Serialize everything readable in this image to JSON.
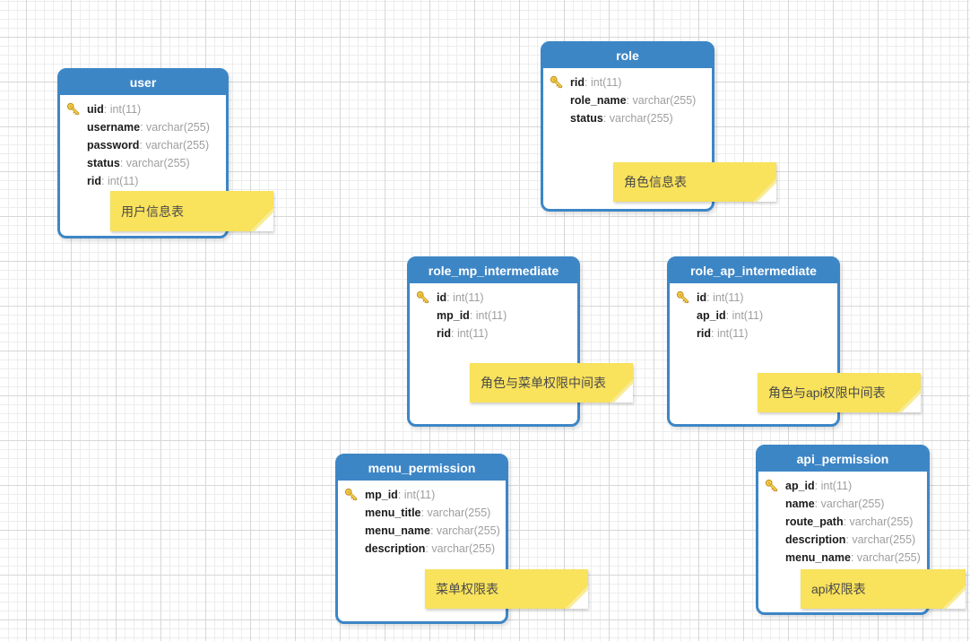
{
  "ui": {
    "sep": ": "
  },
  "colors": {
    "table_header_blue": "#3d86c6",
    "table_border_blue": "#3d86c6",
    "note_yellow": "#f9e25c",
    "note_fold_pale": "#f8ec9a",
    "key_gold": "#f9d24d",
    "key_outline": "#c2901c",
    "field_name_color": "#1b1b1b",
    "field_type_gray": "#9e9e9e",
    "grid_minor": "#ededed",
    "grid_major": "#d7d7d7"
  },
  "diagram": {
    "tables": [
      {
        "title": "user",
        "fields": [
          {
            "name": "uid",
            "type": "int(11)",
            "key": true
          },
          {
            "name": "username",
            "type": "varchar(255)",
            "key": false
          },
          {
            "name": "password",
            "type": "varchar(255)",
            "key": false
          },
          {
            "name": "status",
            "type": "varchar(255)",
            "key": false
          },
          {
            "name": "rid",
            "type": "int(11)",
            "key": false
          }
        ],
        "note": {
          "text": "用户信息表"
        }
      },
      {
        "title": "role",
        "fields": [
          {
            "name": "rid",
            "type": "int(11)",
            "key": true
          },
          {
            "name": "role_name",
            "type": "varchar(255)",
            "key": false
          },
          {
            "name": "status",
            "type": "varchar(255)",
            "key": false
          }
        ],
        "note": {
          "text": "角色信息表"
        }
      },
      {
        "title": "role_mp_intermediate",
        "fields": [
          {
            "name": "id",
            "type": "int(11)",
            "key": true
          },
          {
            "name": "mp_id",
            "type": "int(11)",
            "key": false
          },
          {
            "name": "rid",
            "type": "int(11)",
            "key": false
          }
        ],
        "note": {
          "text": "角色与菜单权限中间表"
        }
      },
      {
        "title": "role_ap_intermediate",
        "fields": [
          {
            "name": "id",
            "type": "int(11)",
            "key": true
          },
          {
            "name": "ap_id",
            "type": "int(11)",
            "key": false
          },
          {
            "name": "rid",
            "type": "int(11)",
            "key": false
          }
        ],
        "note": {
          "text": "角色与api权限中间表"
        }
      },
      {
        "title": "menu_permission",
        "fields": [
          {
            "name": "mp_id",
            "type": "int(11)",
            "key": true
          },
          {
            "name": "menu_title",
            "type": "varchar(255)",
            "key": false
          },
          {
            "name": "menu_name",
            "type": "varchar(255)",
            "key": false
          },
          {
            "name": "description",
            "type": "varchar(255)",
            "key": false
          }
        ],
        "note": {
          "text": "菜单权限表"
        }
      },
      {
        "title": "api_permission",
        "fields": [
          {
            "name": "ap_id",
            "type": "int(11)",
            "key": true
          },
          {
            "name": "name",
            "type": "varchar(255)",
            "key": false
          },
          {
            "name": "route_path",
            "type": "varchar(255)",
            "key": false
          },
          {
            "name": "description",
            "type": "varchar(255)",
            "key": false
          },
          {
            "name": "menu_name",
            "type": "varchar(255)",
            "key": false
          }
        ],
        "note": {
          "text": "api权限表"
        }
      }
    ]
  }
}
